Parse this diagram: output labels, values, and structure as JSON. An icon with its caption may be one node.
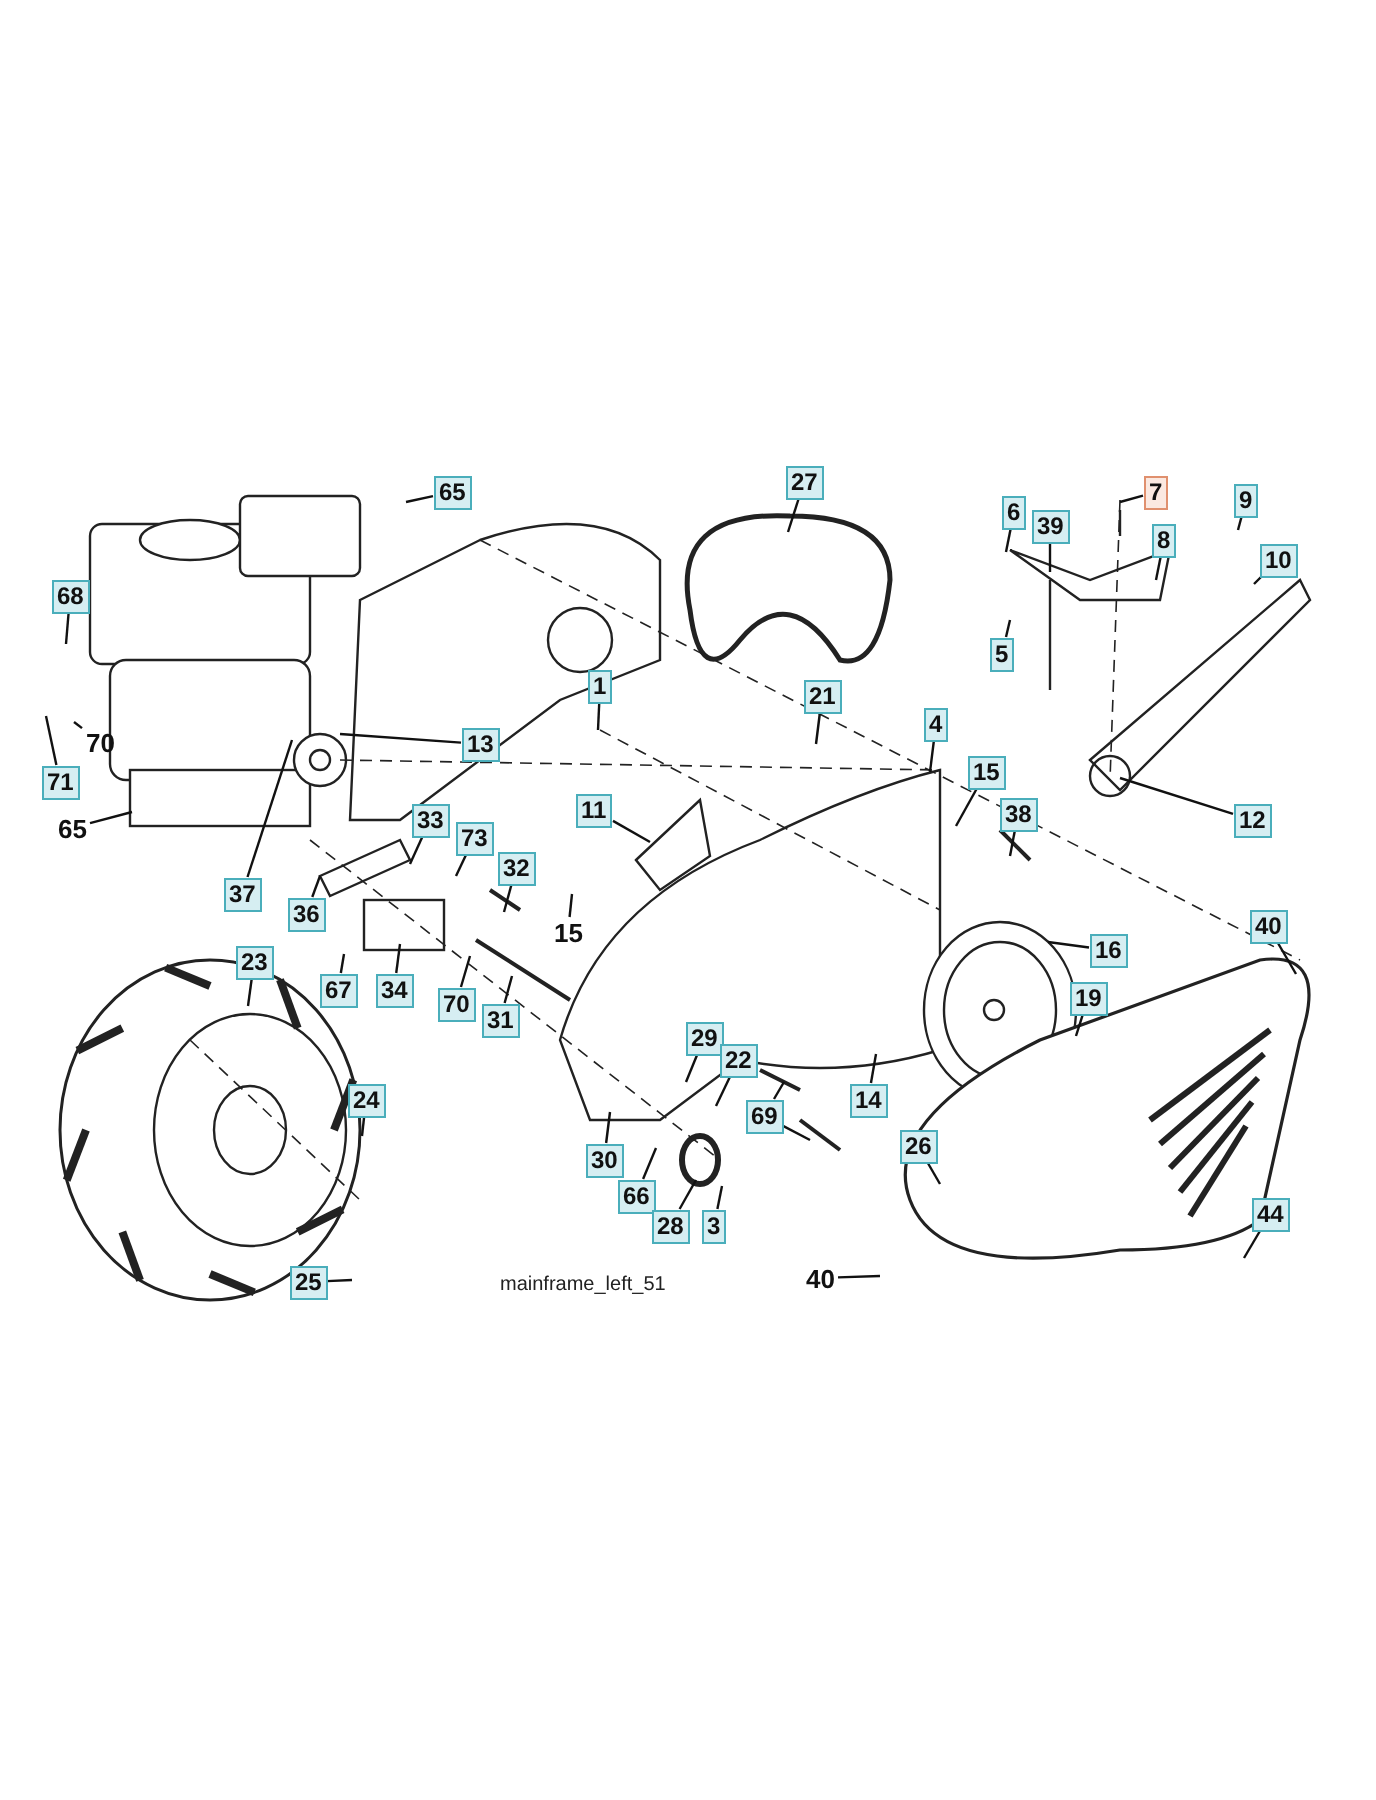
{
  "diagram": {
    "caption": "mainframe_left_51",
    "nodes": [
      {
        "text": [
          "65"
        ]
      },
      {
        "text": [
          "27"
        ]
      },
      {
        "text": [
          "7"
        ]
      },
      {
        "text": [
          "9"
        ]
      },
      {
        "text": [
          "6"
        ]
      },
      {
        "text": [
          "39"
        ]
      },
      {
        "text": [
          "8"
        ]
      },
      {
        "text": [
          "10"
        ]
      },
      {
        "text": [
          "68"
        ]
      },
      {
        "text": [
          "5"
        ]
      },
      {
        "text": [
          "1"
        ]
      },
      {
        "text": [
          "21"
        ]
      },
      {
        "text": [
          "4"
        ]
      },
      {
        "text": [
          "13"
        ]
      },
      {
        "text": [
          "70"
        ]
      },
      {
        "text": [
          "71"
        ]
      },
      {
        "text": [
          "65"
        ]
      },
      {
        "text": [
          "12"
        ]
      },
      {
        "text": [
          "15"
        ]
      },
      {
        "text": [
          "38"
        ]
      },
      {
        "text": [
          "11"
        ]
      },
      {
        "text": [
          "33"
        ]
      },
      {
        "text": [
          "73"
        ]
      },
      {
        "text": [
          "32"
        ]
      },
      {
        "text": [
          "37"
        ]
      },
      {
        "text": [
          "36"
        ]
      },
      {
        "text": [
          "15"
        ]
      },
      {
        "text": [
          "67"
        ]
      },
      {
        "text": [
          "34"
        ]
      },
      {
        "text": [
          "70"
        ]
      },
      {
        "text": [
          "31"
        ]
      },
      {
        "text": [
          "40"
        ]
      },
      {
        "text": [
          "16"
        ]
      },
      {
        "text": [
          "19"
        ]
      },
      {
        "text": [
          "23"
        ]
      },
      {
        "text": [
          "29"
        ]
      },
      {
        "text": [
          "22"
        ]
      },
      {
        "text": [
          "14"
        ]
      },
      {
        "text": [
          "69"
        ]
      },
      {
        "text": [
          "30"
        ]
      },
      {
        "text": [
          "24"
        ]
      },
      {
        "text": [
          "26"
        ]
      },
      {
        "text": [
          "66"
        ]
      },
      {
        "text": [
          "28"
        ]
      },
      {
        "text": [
          "3"
        ]
      },
      {
        "text": [
          "44"
        ]
      },
      {
        "text": [
          "25"
        ]
      },
      {
        "text": [
          "40"
        ]
      }
    ],
    "edges": [
      {
        "from": 0,
        "to": null,
        "arrow": "none"
      },
      {
        "from": 1,
        "to": null,
        "arrow": "none"
      },
      {
        "from": 2,
        "to": null,
        "arrow": "none"
      },
      {
        "from": 3,
        "to": null,
        "arrow": "none"
      },
      {
        "from": 4,
        "to": null,
        "arrow": "none"
      },
      {
        "from": 5,
        "to": null,
        "arrow": "none"
      },
      {
        "from": 6,
        "to": null,
        "arrow": "none"
      },
      {
        "from": 7,
        "to": null,
        "arrow": "none"
      },
      {
        "from": 8,
        "to": null,
        "arrow": "none"
      },
      {
        "from": 9,
        "to": null,
        "arrow": "none"
      },
      {
        "from": 10,
        "to": null,
        "arrow": "none"
      },
      {
        "from": 11,
        "to": null,
        "arrow": "none"
      },
      {
        "from": 12,
        "to": null,
        "arrow": "none"
      },
      {
        "from": 13,
        "to": null,
        "arrow": "none"
      },
      {
        "from": 14,
        "to": null,
        "arrow": "none"
      },
      {
        "from": 15,
        "to": null,
        "arrow": "none"
      },
      {
        "from": 16,
        "to": null,
        "arrow": "none"
      },
      {
        "from": 17,
        "to": null,
        "arrow": "none"
      },
      {
        "from": 18,
        "to": null,
        "arrow": "none"
      },
      {
        "from": 19,
        "to": null,
        "arrow": "none"
      },
      {
        "from": 20,
        "to": null,
        "arrow": "none"
      },
      {
        "from": 21,
        "to": null,
        "arrow": "none"
      },
      {
        "from": 22,
        "to": null,
        "arrow": "none"
      },
      {
        "from": 23,
        "to": null,
        "arrow": "none"
      },
      {
        "from": 24,
        "to": null,
        "arrow": "none"
      },
      {
        "from": 25,
        "to": null,
        "arrow": "none"
      },
      {
        "from": 26,
        "to": null,
        "arrow": "none"
      },
      {
        "from": 27,
        "to": null,
        "arrow": "none"
      },
      {
        "from": 28,
        "to": null,
        "arrow": "none"
      },
      {
        "from": 29,
        "to": null,
        "arrow": "none"
      },
      {
        "from": 30,
        "to": null,
        "arrow": "none"
      },
      {
        "from": 31,
        "to": null,
        "arrow": "none"
      },
      {
        "from": 32,
        "to": null,
        "arrow": "none"
      },
      {
        "from": 33,
        "to": null,
        "arrow": "none"
      },
      {
        "from": 34,
        "to": null,
        "arrow": "none"
      },
      {
        "from": 35,
        "to": null,
        "arrow": "none"
      },
      {
        "from": 36,
        "to": null,
        "arrow": "none"
      },
      {
        "from": 37,
        "to": null,
        "arrow": "none"
      },
      {
        "from": 38,
        "to": null,
        "arrow": "none"
      },
      {
        "from": 38,
        "to": null,
        "arrow": "none"
      },
      {
        "from": 39,
        "to": null,
        "arrow": "none"
      },
      {
        "from": 40,
        "to": null,
        "arrow": "none"
      },
      {
        "from": 41,
        "to": null,
        "arrow": "none"
      },
      {
        "from": 42,
        "to": null,
        "arrow": "none"
      },
      {
        "from": 43,
        "to": null,
        "arrow": "none"
      },
      {
        "from": 44,
        "to": null,
        "arrow": "none"
      },
      {
        "from": 45,
        "to": null,
        "arrow": "none"
      },
      {
        "from": 46,
        "to": null,
        "arrow": "none"
      },
      {
        "from": 47,
        "to": null,
        "arrow": "none"
      }
    ]
  }
}
